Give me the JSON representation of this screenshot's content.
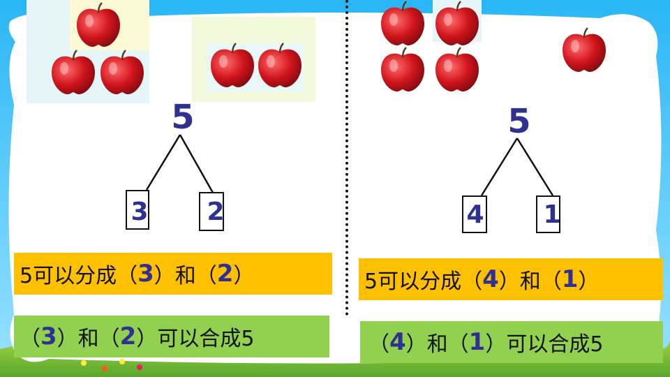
{
  "colors": {
    "number_blue": "#2e3192",
    "strip_orange": "#ffc000",
    "strip_green": "#92d050",
    "apple_red": "#d0141c",
    "sky_top": "#4fc3f7",
    "grass": "#7cc242"
  },
  "left": {
    "total": "5",
    "part_a": "3",
    "part_b": "2",
    "sentence1": {
      "prefix": "5可以分成（",
      "a": "3",
      "mid": "）和（",
      "b": "2",
      "suffix": "）"
    },
    "sentence2": {
      "open": "（",
      "a": "3",
      "mid": "）和（",
      "b": "2",
      "suffix": "）可以合成5"
    }
  },
  "right": {
    "total": "5",
    "part_a": "4",
    "part_b": "1",
    "sentence1": {
      "prefix": "5可以分成（",
      "a": "4",
      "mid": "）和（",
      "b": "1",
      "suffix": "）"
    },
    "sentence2": {
      "open": "（",
      "a": "4",
      "mid": "）和（",
      "b": "1",
      "suffix": "）可以合成5"
    }
  }
}
